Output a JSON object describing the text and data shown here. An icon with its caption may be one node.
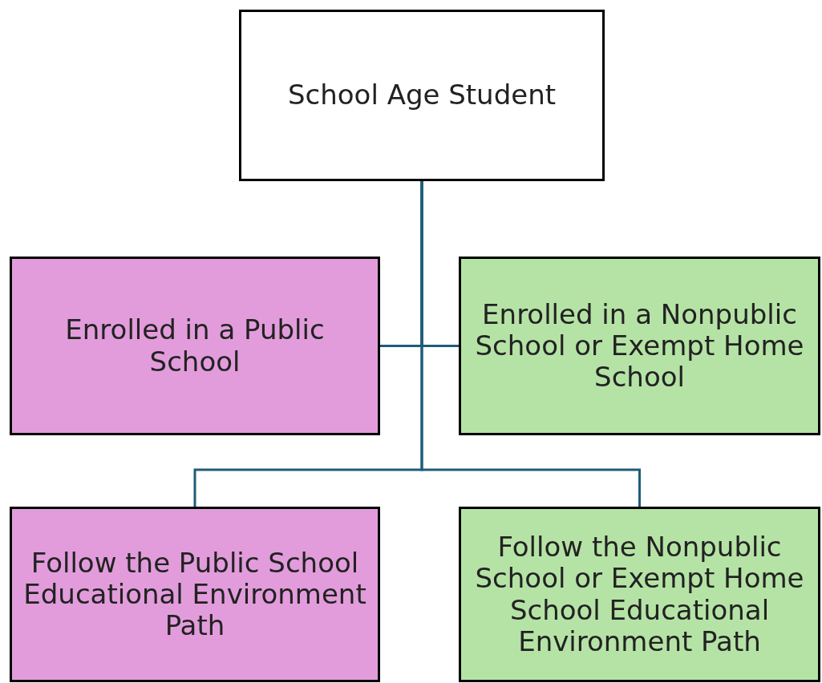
{
  "diagram": {
    "nodes": [
      {
        "text": [
          "School Age Student"
        ]
      },
      {
        "text": [
          "Enrolled in a Public School"
        ]
      },
      {
        "text": [
          "Enrolled in a Nonpublic School or Exempt Home School"
        ]
      },
      {
        "text": [
          "Follow the Public School Educational Environment Path"
        ]
      },
      {
        "text": [
          "Follow the Nonpublic School or Exempt Home School Educational Environment Path"
        ]
      }
    ],
    "edges": [
      {
        "from": 0,
        "to": 1,
        "arrow": "none"
      },
      {
        "from": 0,
        "to": 2,
        "arrow": "none"
      },
      {
        "from": 0,
        "to": 3,
        "arrow": "none"
      },
      {
        "from": 0,
        "to": 4,
        "arrow": "none"
      }
    ]
  }
}
